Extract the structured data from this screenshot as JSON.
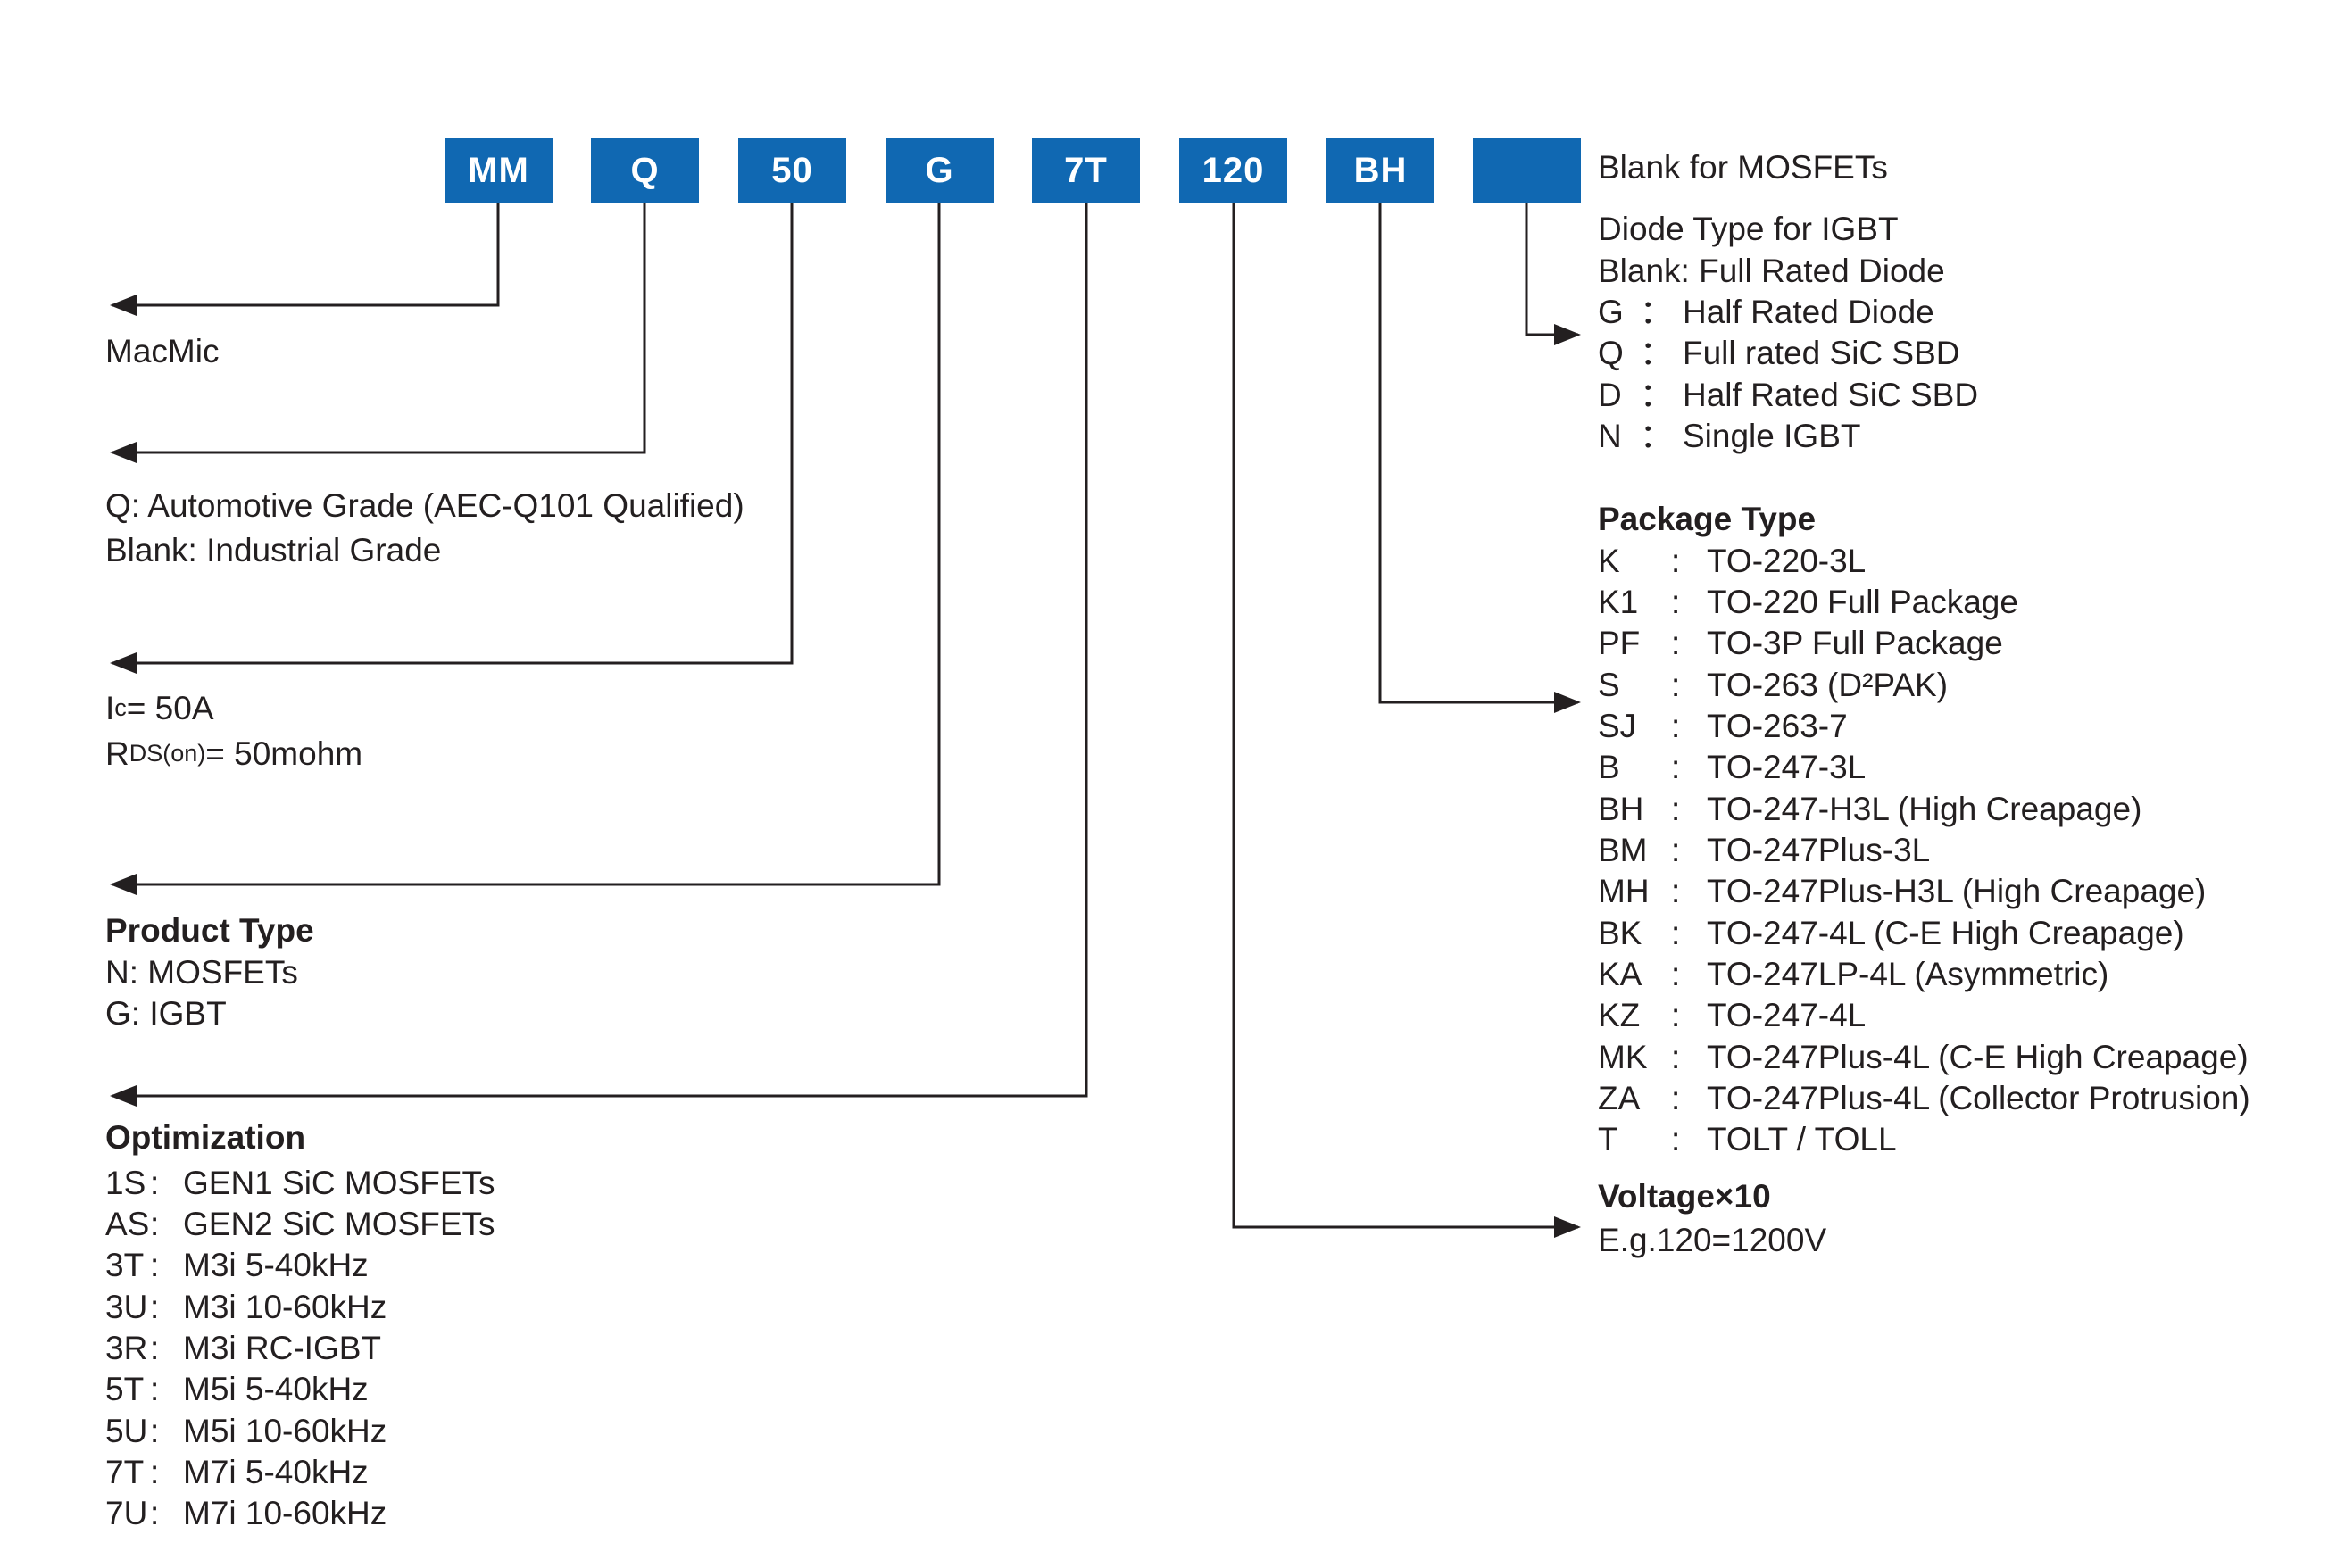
{
  "colors": {
    "accent": "#1068b2",
    "text": "#231f20",
    "line": "#231f20"
  },
  "boxes": {
    "items": [
      "MM",
      "Q",
      "50",
      "G",
      "7T",
      "120",
      "BH",
      ""
    ]
  },
  "left": {
    "brand": "MacMic",
    "grade": {
      "line1": "Q: Automotive Grade (AEC-Q101 Qualified)",
      "line2": "Blank: Industrial Grade"
    },
    "rating": {
      "ic_base": "I",
      "ic_sub": "c",
      "ic_rest": "= 50A",
      "rds_base": "R",
      "rds_sub": "DS(on)",
      "rds_rest": " = 50mohm"
    },
    "product_type": {
      "title": "Product Type",
      "line1": "N: MOSFETs",
      "line2": "G: IGBT"
    },
    "optimization": {
      "title": "Optimization",
      "sep": ":",
      "items": [
        {
          "code": "1S",
          "label": "GEN1 SiC MOSFETs"
        },
        {
          "code": "AS",
          "label": "GEN2 SiC MOSFETs"
        },
        {
          "code": "3T",
          "label": "M3i 5-40kHz"
        },
        {
          "code": "3U",
          "label": "M3i 10-60kHz"
        },
        {
          "code": "3R",
          "label": "M3i RC-IGBT"
        },
        {
          "code": "5T",
          "label": "M5i 5-40kHz"
        },
        {
          "code": "5U",
          "label": "M5i 10-60kHz"
        },
        {
          "code": "7T",
          "label": "M7i 5-40kHz"
        },
        {
          "code": "7U",
          "label": "M7i 10-60kHz"
        }
      ]
    }
  },
  "right": {
    "mosfet_note": "Blank for MOSFETs",
    "diode": {
      "title": "Diode Type for IGBT",
      "blank_line": "Blank: Full Rated Diode",
      "sep": "：",
      "items": [
        {
          "code": "G",
          "label": "Half Rated Diode"
        },
        {
          "code": "Q",
          "label": "Full rated SiC SBD"
        },
        {
          "code": "D",
          "label": "Half Rated SiC SBD"
        },
        {
          "code": "N",
          "label": "Single IGBT"
        }
      ]
    },
    "package": {
      "title": "Package Type",
      "sep": ":",
      "items": [
        {
          "code": "K",
          "label": "TO-220-3L"
        },
        {
          "code": "K1",
          "label": "TO-220 Full Package"
        },
        {
          "code": "PF",
          "label": "TO-3P Full Package"
        },
        {
          "code": "S",
          "label": "TO-263 (D²PAK)"
        },
        {
          "code": "SJ",
          "label": "TO-263-7"
        },
        {
          "code": "B",
          "label": "TO-247-3L"
        },
        {
          "code": "BH",
          "label": "TO-247-H3L (High Creapage)"
        },
        {
          "code": "BM",
          "label": "TO-247Plus-3L"
        },
        {
          "code": "MH",
          "label": "TO-247Plus-H3L (High Creapage)"
        },
        {
          "code": "BK",
          "label": "TO-247-4L (C-E High Creapage)"
        },
        {
          "code": "KA",
          "label": "TO-247LP-4L (Asymmetric)"
        },
        {
          "code": "KZ",
          "label": "TO-247-4L"
        },
        {
          "code": "MK",
          "label": "TO-247Plus-4L (C-E High Creapage)"
        },
        {
          "code": "ZA",
          "label": "TO-247Plus-4L (Collector Protrusion)"
        },
        {
          "code": "T",
          "label": "TOLT / TOLL"
        }
      ]
    },
    "voltage": {
      "title": "Voltage×10",
      "example": "E.g.120=1200V"
    }
  }
}
